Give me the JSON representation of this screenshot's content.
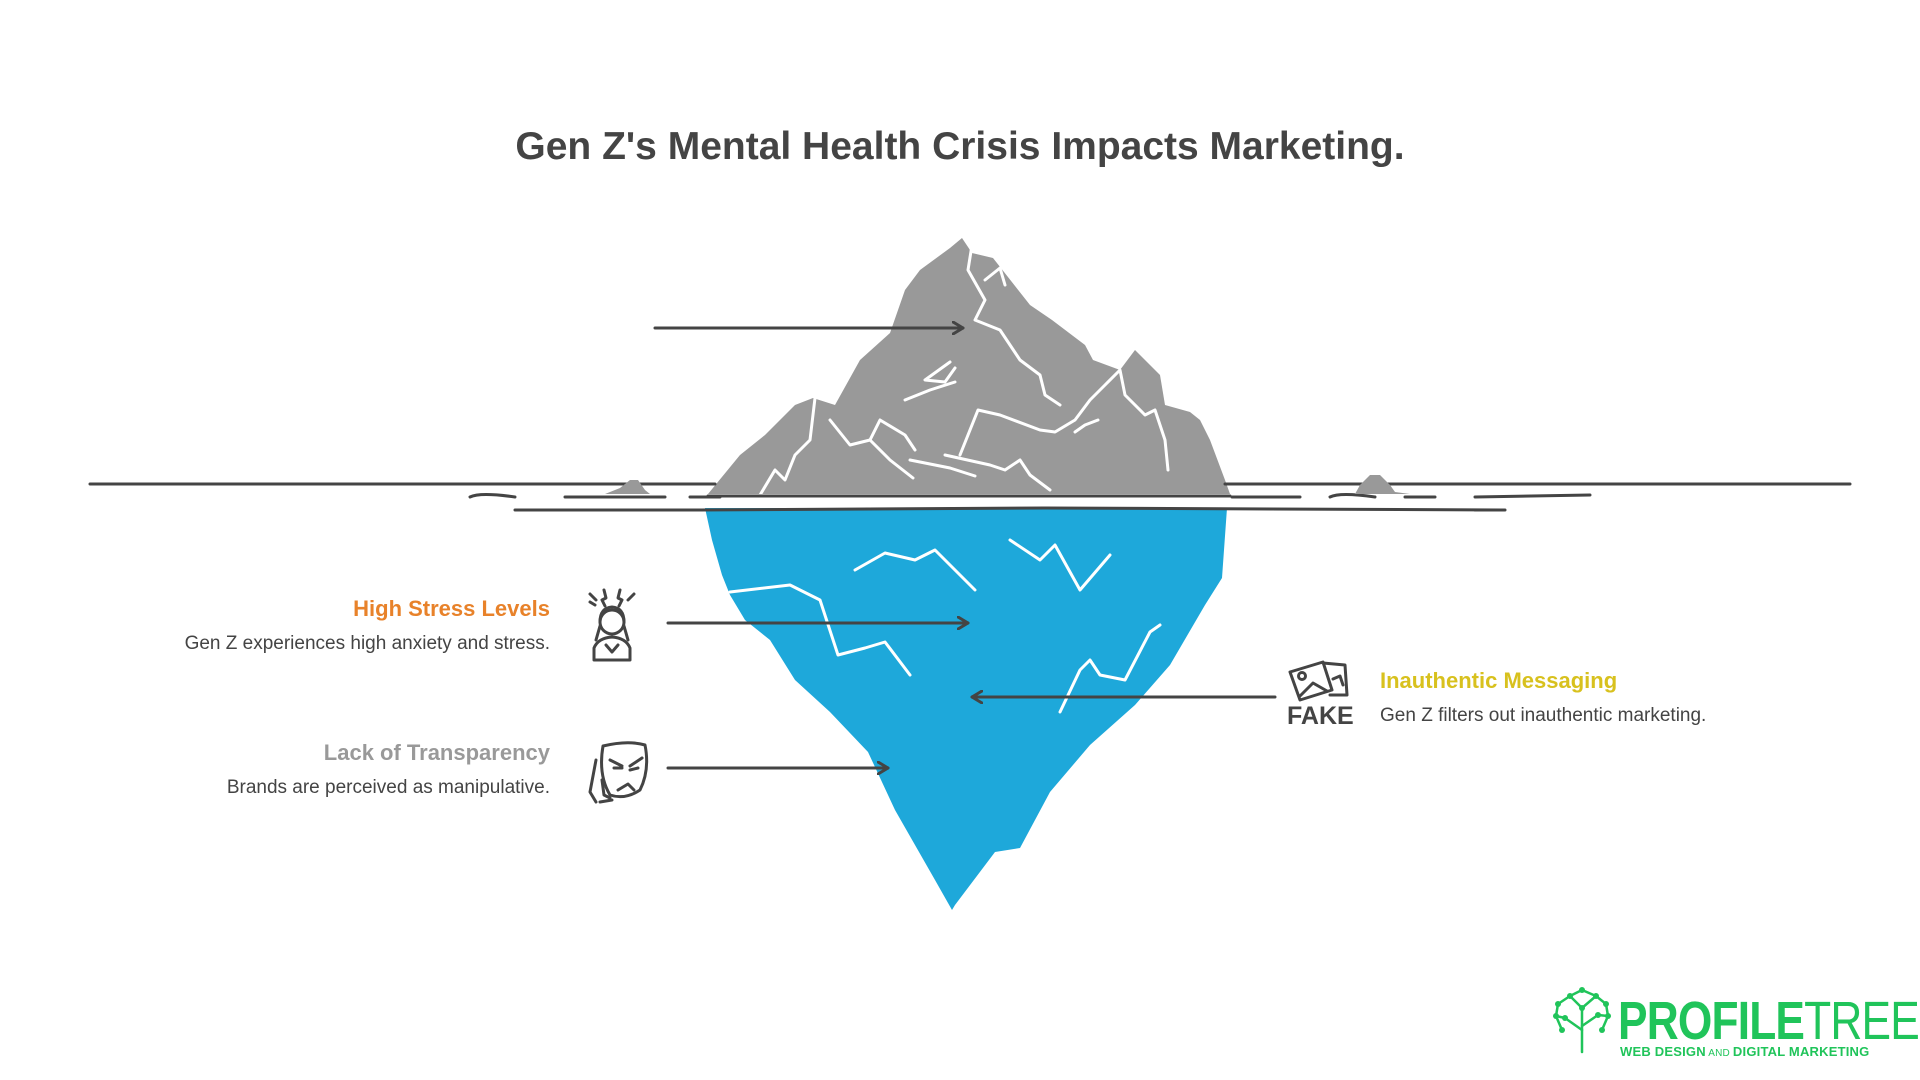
{
  "title": "Gen Z's Mental Health Crisis Impacts Marketing.",
  "colors": {
    "above_water": "#999999",
    "below_water": "#1ea8da",
    "line": "#444444",
    "crack": "#ffffff",
    "stress": "#e8822a",
    "transparency": "#999999",
    "inauthentic": "#d8c11e",
    "brand": "#20c45a"
  },
  "items": [
    {
      "heading": "High Stress Levels",
      "description": "Gen Z experiences high anxiety and stress.",
      "icon": "stressed-person-icon",
      "color": "#e8822a"
    },
    {
      "heading": "Lack of Transparency",
      "description": "Brands are perceived as manipulative.",
      "icon": "mask-icon",
      "color": "#999999"
    },
    {
      "heading": "Inauthentic Messaging",
      "description": "Gen Z filters out inauthentic marketing.",
      "icon": "fake-photo-icon",
      "icon_text": "FAKE",
      "color": "#d8c11e"
    }
  ],
  "logo": {
    "name_part1": "PROFILE",
    "name_part2": "TREE",
    "tagline_part1": "WEB DESIGN",
    "tagline_part2": " AND ",
    "tagline_part3": "DIGITAL MARKETING",
    "icon": "tree-network-icon"
  }
}
